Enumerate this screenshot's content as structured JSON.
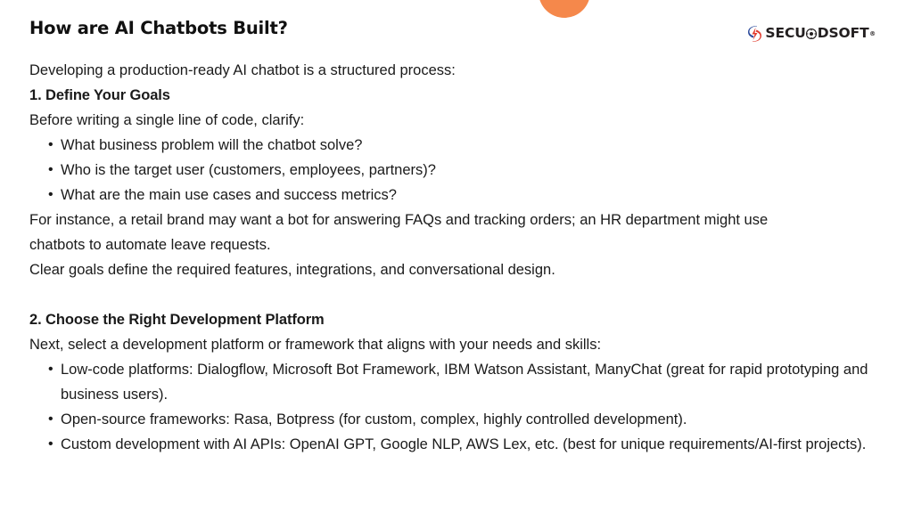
{
  "decor": {
    "circle_color": "#f5884b",
    "circle_name": "orange-circle"
  },
  "brand": {
    "name_part1": "SECU",
    "globe_icon": "globe-o-icon",
    "name_part2": "DSOFT",
    "trademark": "®",
    "mark_blue": "#2b4a9b",
    "mark_red": "#e23b2e",
    "text_color": "#231f20"
  },
  "slide": {
    "title": "How are AI Chatbots Built?",
    "intro": "Developing a production-ready AI chatbot is a structured process:",
    "sections": [
      {
        "heading": "1. Define Your Goals",
        "lead": "Before writing a single line of code, clarify:",
        "bullets": [
          "What business problem will the chatbot solve?",
          "Who is the target user (customers, employees, partners)?",
          "What are the main use cases and success metrics?"
        ],
        "after_paragraphs": [
          "For instance, a retail brand may want a bot for answering FAQs and tracking orders; an HR department might use chatbots to automate leave requests.",
          "Clear goals define the required features, integrations, and conversational design."
        ]
      },
      {
        "heading": "2. Choose the Right Development Platform",
        "lead": "Next, select a development platform or framework that aligns with your needs and skills:",
        "bullets": [
          "Low-code platforms: Dialogflow, Microsoft Bot Framework, IBM Watson Assistant, ManyChat (great for rapid prototyping and business users).",
          "Open-source frameworks: Rasa, Botpress (for custom, complex, highly controlled development).",
          "Custom development with AI APIs: OpenAI GPT, Google NLP, AWS Lex, etc. (best for unique requirements/AI-first projects)."
        ],
        "after_paragraphs": []
      }
    ]
  }
}
